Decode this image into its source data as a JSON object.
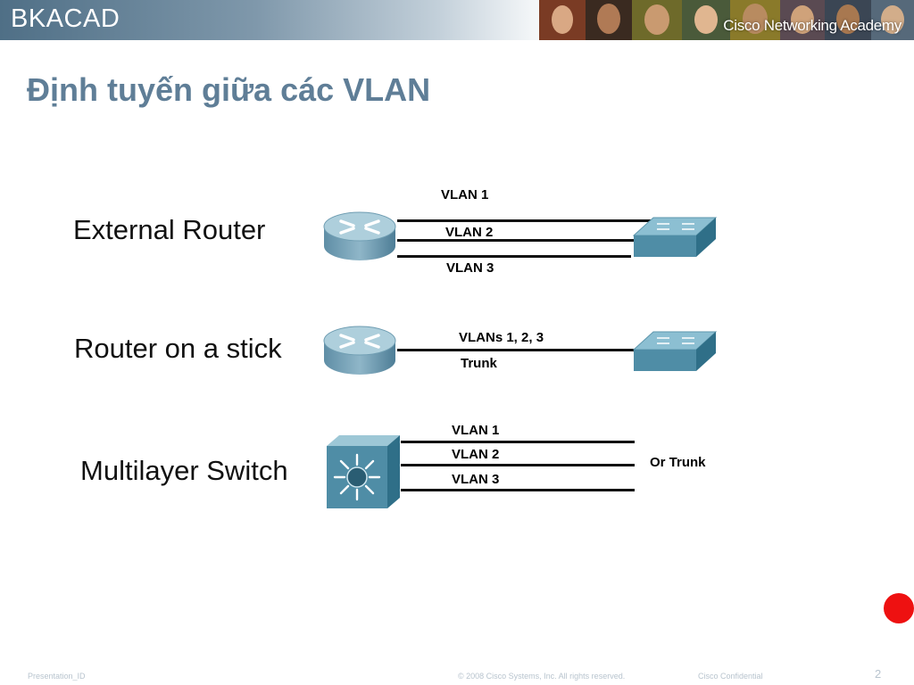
{
  "header": {
    "brand": "BKACAD",
    "academy": "Cisco Networking Academy"
  },
  "title": "Định tuyến giữa các VLAN",
  "diagram": {
    "external_router": {
      "label": "External Router",
      "links": [
        "VLAN 1",
        "VLAN 2",
        "VLAN 3"
      ]
    },
    "router_on_stick": {
      "label": "Router on a stick",
      "link_top": "VLANs 1, 2, 3",
      "link_bottom": "Trunk"
    },
    "multilayer_switch": {
      "label": "Multilayer Switch",
      "links": [
        "VLAN 1",
        "VLAN 2",
        "VLAN 3"
      ],
      "side_note": "Or Trunk"
    }
  },
  "footer": {
    "presentation_id": "Presentation_ID",
    "copyright": "© 2008 Cisco Systems, Inc. All rights reserved.",
    "confidential": "Cisco Confidential",
    "page_number": "2"
  },
  "colors": {
    "title": "#5f7e97",
    "device": "#5d95ad",
    "switch": "#3f7f97",
    "line": "#111111"
  }
}
